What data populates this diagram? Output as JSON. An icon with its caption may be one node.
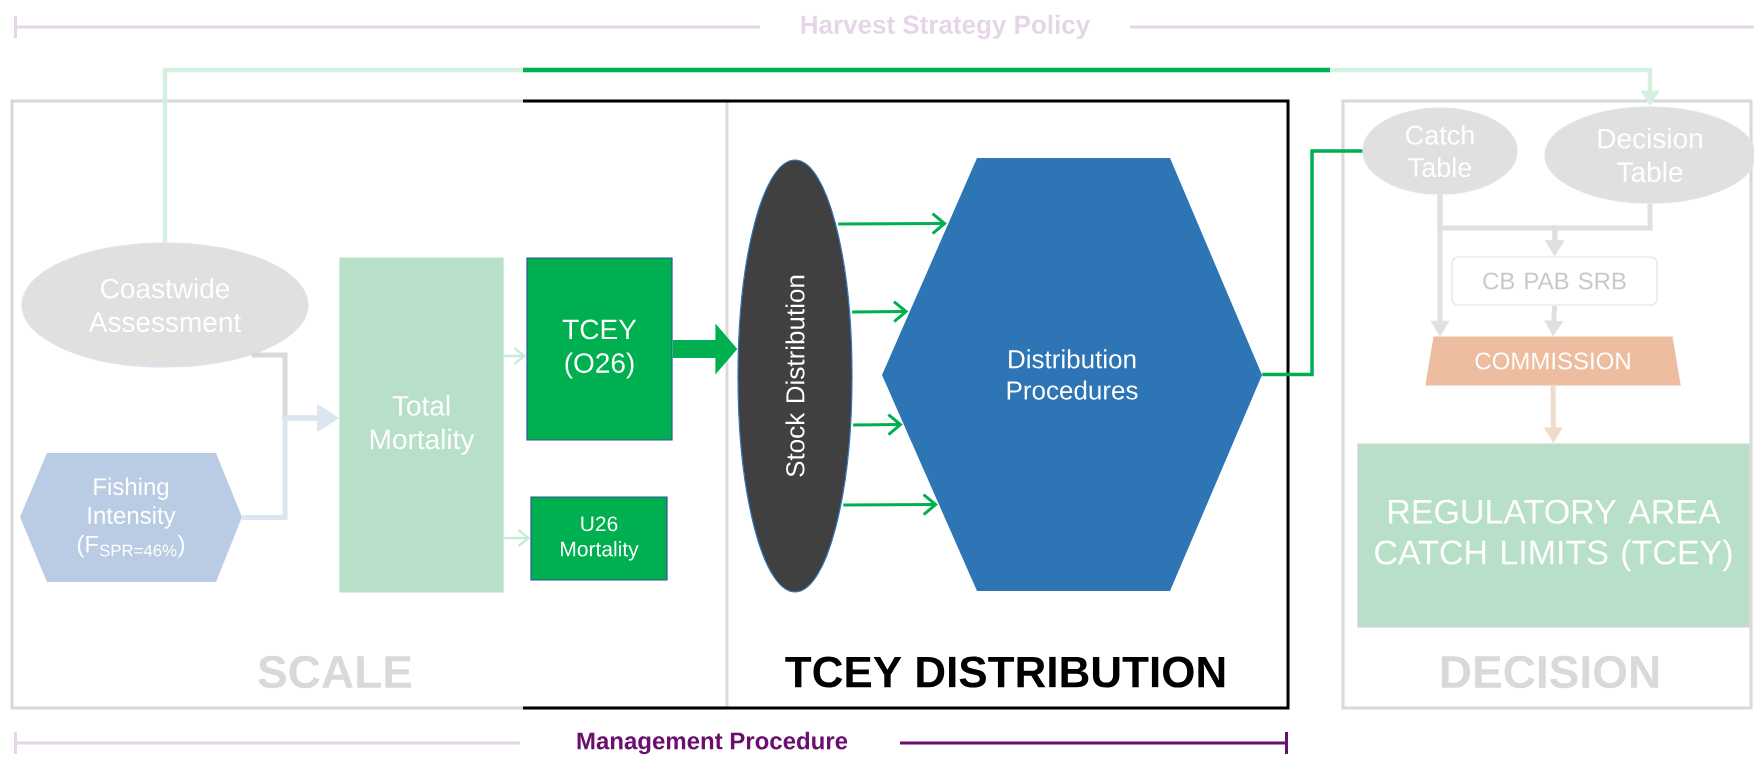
{
  "diagram": {
    "nodes": [
      {
        "text": [
          "SCALE"
        ]
      },
      {
        "text": [
          "Coastwide Assessment"
        ],
        "in": 0
      },
      {
        "text": [
          "Total Mortality"
        ],
        "in": 0
      },
      {
        "text": [
          "Fishing Intensity (F$_{SPR=46%}$)"
        ],
        "in": 0
      },
      {
        "text": [
          "TCEY DISTRIBUTION"
        ]
      },
      {
        "text": [
          "TCEY (O26)"
        ]
      },
      {
        "text": [
          "U26 Mortality"
        ]
      },
      {
        "text": [
          "Stock Distribution"
        ],
        "in": 4
      },
      {
        "text": [
          "Distribution Procedures"
        ],
        "in": 4
      },
      {
        "text": [
          "DECISION"
        ]
      },
      {
        "text": [
          "Catch Table"
        ],
        "in": 9
      },
      {
        "text": [
          "Decision Table"
        ],
        "in": 9
      },
      {
        "text": [
          "CB PAB SRB"
        ],
        "in": 9
      },
      {
        "text": [
          "COMMISSION"
        ],
        "in": 9
      },
      {
        "text": [
          "REGULATORY AREA CATCH LIMITS (TCEY)"
        ],
        "in": 9
      }
    ],
    "edges": [
      {
        "from": 1,
        "to": 2,
        "arrow": "to",
        "color": "#d9d9d9"
      },
      {
        "from": 3,
        "to": 2,
        "arrow": "to",
        "color": "#dce6f2"
      },
      {
        "from": 2,
        "to": 5,
        "arrow": "to",
        "color": "#c8ecd6"
      },
      {
        "from": 2,
        "to": 6,
        "arrow": "to",
        "color": "#c8ecd6"
      },
      {
        "from": 5,
        "to": 7,
        "arrow": "to",
        "style": "thick"
      },
      {
        "from": 7,
        "to": 8,
        "arrow": "to"
      },
      {
        "from": 7,
        "to": 8,
        "arrow": "to"
      },
      {
        "from": 7,
        "to": 8,
        "arrow": "to"
      },
      {
        "from": 7,
        "to": 8,
        "arrow": "to"
      },
      {
        "from": 8,
        "to": 10,
        "arrow": "none"
      },
      {
        "from": 1,
        "to": 11,
        "arrow": "to",
        "color": "#d5f0e0"
      },
      {
        "from": 10,
        "to": 13,
        "arrow": "to",
        "color": "#e0e0e0"
      },
      {
        "from": 10,
        "to": 12,
        "arrow": "to",
        "color": "#e0e0e0"
      },
      {
        "from": 11,
        "to": 12,
        "arrow": "to",
        "color": "#e0e0e0"
      },
      {
        "from": 12,
        "to": 13,
        "arrow": "to",
        "color": "#e0e0e0"
      },
      {
        "from": 13,
        "to": 14,
        "arrow": "to",
        "color": "#f0dccb"
      }
    ],
    "labels": [
      "Harvest Strategy Policy",
      "Management Procedure"
    ]
  }
}
